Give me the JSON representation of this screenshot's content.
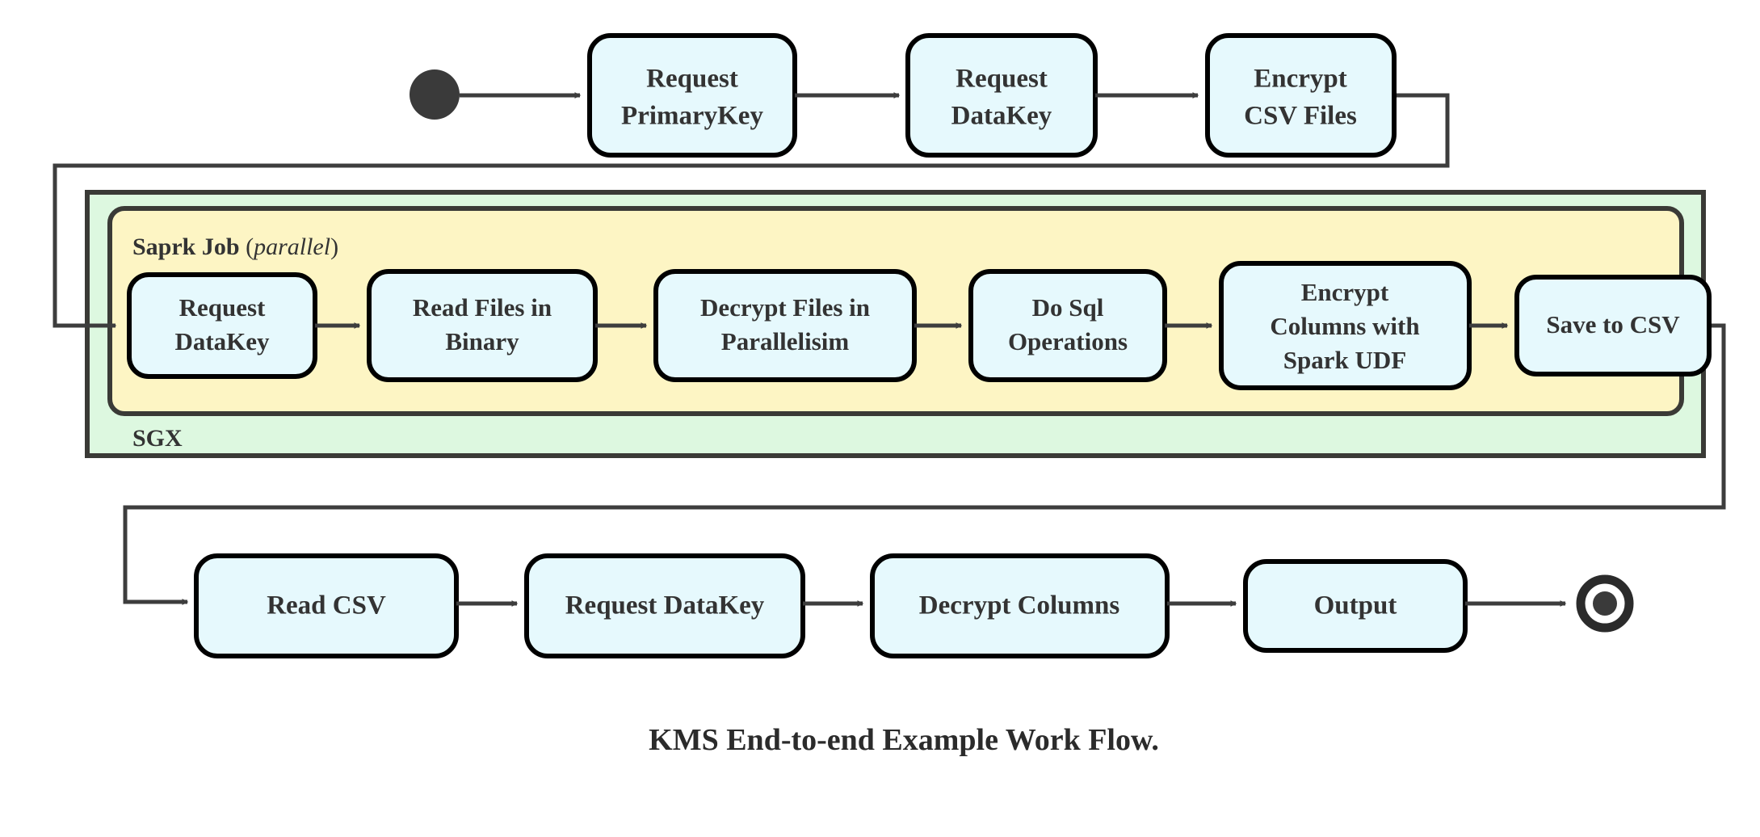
{
  "diagram": {
    "caption": "KMS End-to-end Example Work Flow.",
    "colors": {
      "node_fill": "#e6f9fd",
      "node_stroke": "#000000",
      "sgx_fill": "#ddf8e0",
      "spark_fill": "#fdf5c4",
      "container_stroke": "#3a3a36",
      "edge_stroke": "#3d3d3d",
      "text": "#333333"
    },
    "start_node": {
      "name": "start-node",
      "shape": "filled-circle"
    },
    "end_node": {
      "name": "end-node",
      "shape": "ring-with-filled-center"
    },
    "groups": [
      {
        "id": "sgx",
        "label": "SGX",
        "label_suffix": "",
        "fill": "#ddf8e0"
      },
      {
        "id": "spark-job",
        "label": "Saprk Job",
        "label_paren_open": "(",
        "label_italic": "parallel",
        "label_paren_close": ")",
        "fill": "#fdf5c4"
      }
    ],
    "rows": [
      {
        "id": "top-row",
        "nodes": [
          {
            "id": "request-primarykey",
            "lines": [
              "Request",
              "PrimaryKey"
            ]
          },
          {
            "id": "request-datakey-top",
            "lines": [
              "Request",
              "DataKey"
            ]
          },
          {
            "id": "encrypt-csv-files",
            "lines": [
              "Encrypt",
              "CSV Files"
            ]
          }
        ]
      },
      {
        "id": "spark-row",
        "nodes": [
          {
            "id": "request-datakey-spark",
            "lines": [
              "Request",
              "DataKey"
            ]
          },
          {
            "id": "read-files-in-binary",
            "lines": [
              "Read Files in",
              "Binary"
            ]
          },
          {
            "id": "decrypt-files-in-parallelisim",
            "lines": [
              "Decrypt Files in",
              "Parallelisim"
            ]
          },
          {
            "id": "do-sql-operations",
            "lines": [
              "Do Sql",
              "Operations"
            ]
          },
          {
            "id": "encrypt-columns-with-spark-udf",
            "lines": [
              "Encrypt",
              "Columns with",
              "Spark UDF"
            ]
          },
          {
            "id": "save-to-csv",
            "lines": [
              "Save to CSV"
            ]
          }
        ]
      },
      {
        "id": "bottom-row",
        "nodes": [
          {
            "id": "read-csv",
            "lines": [
              "Read CSV"
            ]
          },
          {
            "id": "request-datakey-bottom",
            "lines": [
              "Request DataKey"
            ]
          },
          {
            "id": "decrypt-columns",
            "lines": [
              "Decrypt Columns"
            ]
          },
          {
            "id": "output",
            "lines": [
              "Output"
            ]
          }
        ]
      }
    ]
  }
}
